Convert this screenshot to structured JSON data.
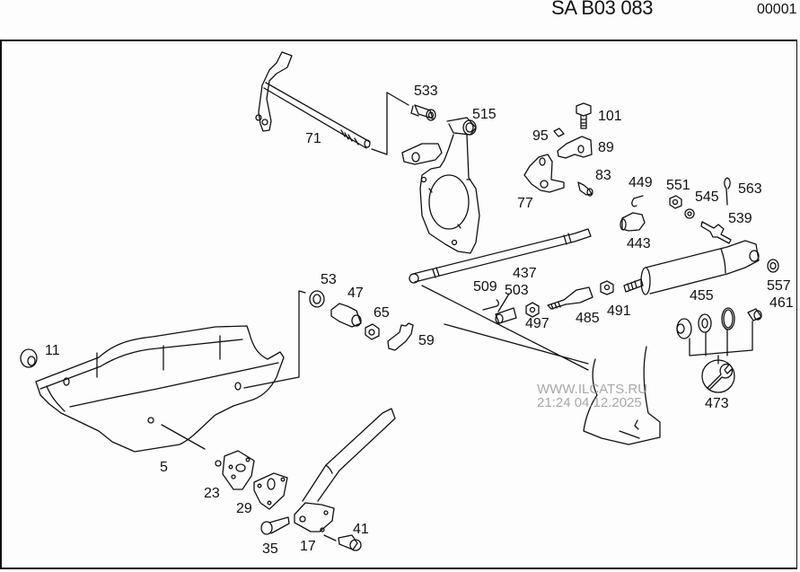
{
  "header": {
    "diagram_code": "SA B03 083",
    "sheet_number": "00001"
  },
  "watermark": {
    "site": "WWW.ILCATS.RU",
    "timestamp": "21:24 04.12.2025"
  },
  "colors": {
    "line": "#111111",
    "background": "#fdfdfd",
    "watermark": "#9a9a9a"
  },
  "parts": [
    {
      "id": "p533",
      "label": "533"
    },
    {
      "id": "p515",
      "label": "515"
    },
    {
      "id": "p71",
      "label": "71"
    },
    {
      "id": "p101",
      "label": "101"
    },
    {
      "id": "p95",
      "label": "95"
    },
    {
      "id": "p89",
      "label": "89"
    },
    {
      "id": "p83",
      "label": "83"
    },
    {
      "id": "p77",
      "label": "77"
    },
    {
      "id": "p449",
      "label": "449"
    },
    {
      "id": "p551",
      "label": "551"
    },
    {
      "id": "p545",
      "label": "545"
    },
    {
      "id": "p563",
      "label": "563"
    },
    {
      "id": "p539",
      "label": "539"
    },
    {
      "id": "p443",
      "label": "443"
    },
    {
      "id": "p437",
      "label": "437"
    },
    {
      "id": "p509",
      "label": "509"
    },
    {
      "id": "p503",
      "label": "503"
    },
    {
      "id": "p497",
      "label": "497"
    },
    {
      "id": "p485",
      "label": "485"
    },
    {
      "id": "p491",
      "label": "491"
    },
    {
      "id": "p557",
      "label": "557"
    },
    {
      "id": "p455",
      "label": "455"
    },
    {
      "id": "p461",
      "label": "461"
    },
    {
      "id": "p473",
      "label": "473"
    },
    {
      "id": "p53",
      "label": "53"
    },
    {
      "id": "p47",
      "label": "47"
    },
    {
      "id": "p65",
      "label": "65"
    },
    {
      "id": "p59",
      "label": "59"
    },
    {
      "id": "p11",
      "label": "11"
    },
    {
      "id": "p5",
      "label": "5"
    },
    {
      "id": "p23",
      "label": "23"
    },
    {
      "id": "p29",
      "label": "29"
    },
    {
      "id": "p35",
      "label": "35"
    },
    {
      "id": "p17",
      "label": "17"
    },
    {
      "id": "p41",
      "label": "41"
    }
  ]
}
